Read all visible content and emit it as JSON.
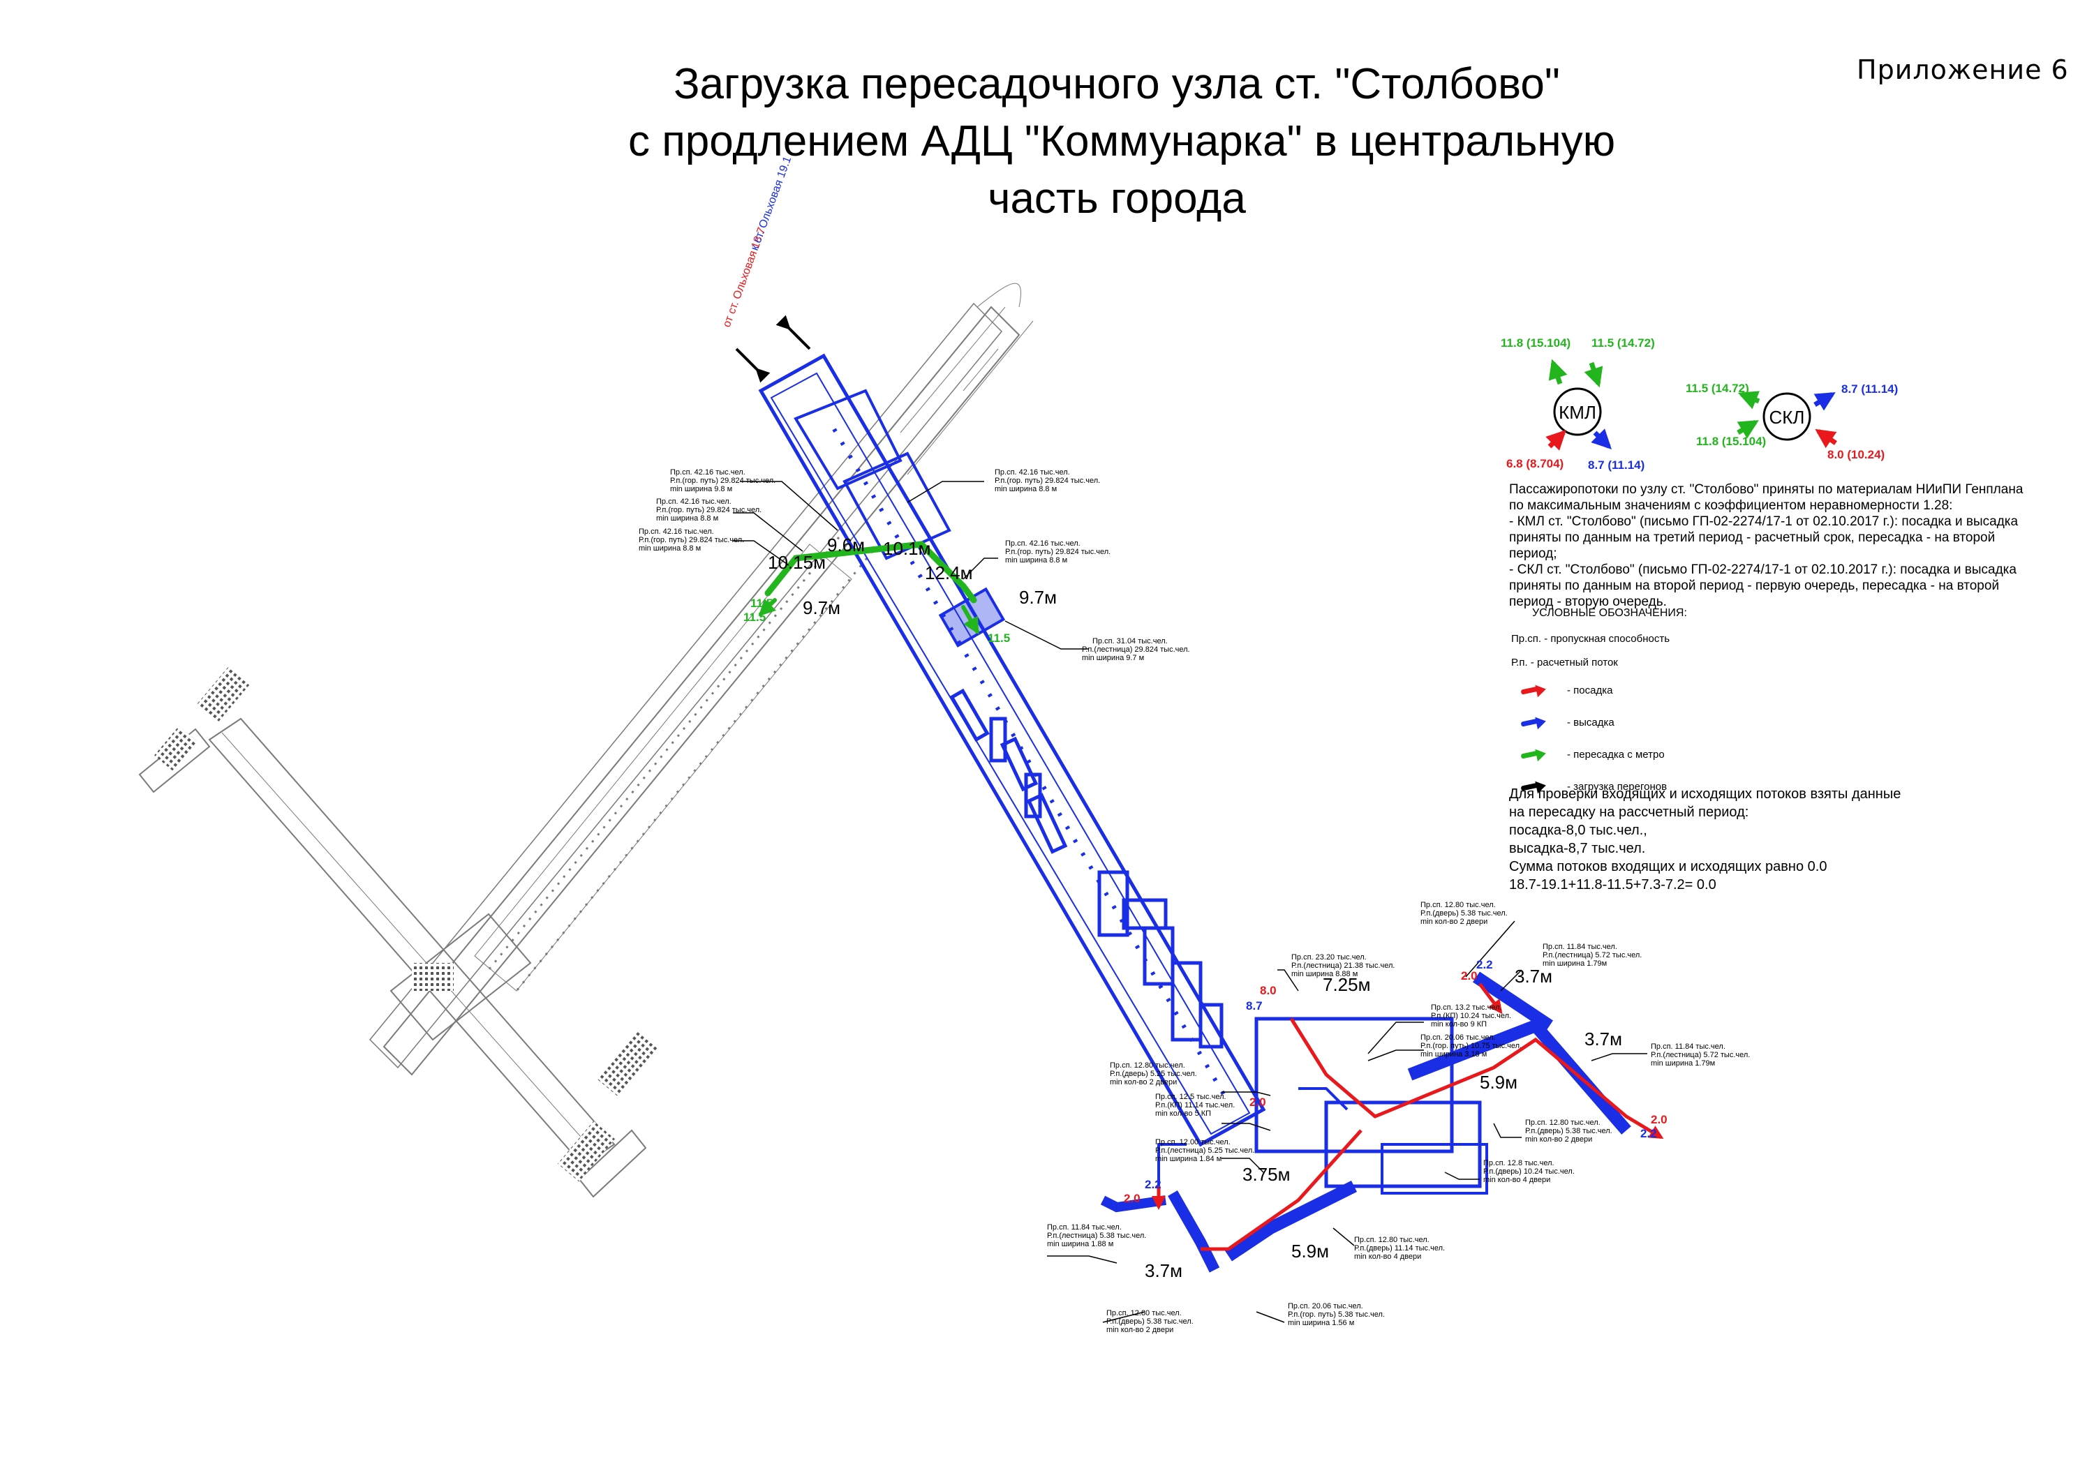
{
  "header": {
    "title_line1": "Загрузка пересадочного узла ст. \"Столбово\"",
    "title_line2": "с продлением АДЦ \"Коммунарка\" в центральную",
    "title_line3": "часть города",
    "appendix": "Приложение 6"
  },
  "direction_labels": {
    "to_station": "к ст. Ольховая  19.1",
    "from_station": "от ст. Ольховая  18.7"
  },
  "kml_node": {
    "label": "КМЛ",
    "up_left": "11.8 (15.104)",
    "up_right": "11.5 (14.72)",
    "down_left": "6.8 (8.704)",
    "down_right": "8.7 (11.14)"
  },
  "skl_node": {
    "label": "СКЛ",
    "left_top": "11.5 (14.72)",
    "left_bottom": "11.8 (15.104)",
    "right_top": "8.7 (11.14)",
    "right_bottom": "8.0 (10.24)"
  },
  "note": {
    "p1": "Пассажиропотоки по узлу ст. \"Столбово\" приняты по материалам НИиПИ Генплана по максимальным значениям с коэффициентом неравномерности 1.28:",
    "p2": "- КМЛ ст. \"Столбово\" (письмо ГП-02-2274/17-1 от 02.10.2017 г.): посадка и высадка приняты по данным на третий период - расчетный срок, пересадка - на второй период;",
    "p3": "- СКЛ ст. \"Столбово\" (письмо ГП-02-2274/17-1 от 02.10.2017 г.): посадка и высадка приняты по данным на второй период - первую очередь, пересадка - на второй период - вторую очередь."
  },
  "legend": {
    "header": "УСЛОВНЫЕ ОБОЗНАЧЕНИЯ:",
    "pr_sp": "Пр.сп. - пропускная способность",
    "r_p": "Р.п. - расчетный поток",
    "items": [
      {
        "label": "- посадка",
        "color": "#e8181c"
      },
      {
        "label": "- высадка",
        "color": "#1a2ee6"
      },
      {
        "label": "- пересадка с метро",
        "color": "#22b51e"
      },
      {
        "label": "- загрузка перегонов",
        "color": "#000000"
      }
    ]
  },
  "check": {
    "l1": "Для проверки входящих и исходящих потоков взяты данные",
    "l2": "на пересадку на рассчетный период:",
    "l3": "посадка-8,0 тыс.чел.,",
    "l4": "высадка-8,7 тыс.чел.",
    "l5": "Сумма потоков входящих и исходящих равно 0.0",
    "l6": "18.7-19.1+11.8-11.5+7.3-7.2= 0.0"
  },
  "widths": {
    "w1": "10.15м",
    "w2": "9.6м",
    "w3": "10.1м",
    "w4": "12.4м",
    "w5": "9.7м",
    "w6": "9.7м",
    "w7": "7.25м",
    "w8": "3.7м",
    "w9": "3.7м",
    "w10": "5.9м",
    "w11": "3.75м",
    "w12": "5.9м",
    "w13": "3.7м"
  },
  "flow_numbers": {
    "f1": "8.0",
    "f2": "8.7",
    "f3": "2.2",
    "f4": "2.0",
    "f5": "2.0",
    "f6": "2.2",
    "f7": "2.0",
    "f8": "2.2",
    "f9": "2.0",
    "f10": "11.5",
    "f11": "11.5",
    "f12": "11.5"
  },
  "callouts": [
    {
      "id": "c1",
      "lines": [
        "Пр.сп. 42.16 тыс.чел.",
        "Р.п.(гор. путь) 29.824 тыс.чел.",
        "min ширина 9.8 м"
      ]
    },
    {
      "id": "c2",
      "lines": [
        "Пр.сп. 42.16 тыс.чел.",
        "Р.п.(гор. путь) 29.824 тыс.чел.",
        "min ширина 8.8 м"
      ]
    },
    {
      "id": "c3",
      "lines": [
        "Пр.сп. 42.16 тыс.чел.",
        "Р.п.(гор. путь) 29.824 тыс.чел.",
        "min ширина 8.8 м"
      ]
    },
    {
      "id": "c4",
      "lines": [
        "Пр.сп. 42.16 тыс.чел.",
        "Р.п.(гор. путь) 29.824 тыс.чел.",
        "min ширина 8.8 м"
      ]
    },
    {
      "id": "c5",
      "lines": [
        "Пр.сп. 42.16 тыс.чел.",
        "Р.п.(гор. путь) 29.824 тыс.чел.",
        "min ширина 8.8 м"
      ]
    },
    {
      "id": "c6",
      "lines": [
        "Пр.сп. 31.04 тыс.чел.",
        "Р.п.(лестница) 29.824 тыс.чел.",
        "min ширина 9.7 м"
      ]
    },
    {
      "id": "c7",
      "lines": [
        "Пр.сп. 23.20 тыс.чел.",
        "Р.п.(лестница) 21.38 тыс.чел.",
        "min ширина 8.88 м"
      ]
    },
    {
      "id": "c8",
      "lines": [
        "Пр.сп. 12.80 тыс.чел.",
        "Р.п.(дверь) 5.38 тыс.чел.",
        "min кол-во 2 двери"
      ]
    },
    {
      "id": "c9",
      "lines": [
        "Пр.сп. 11.84 тыс.чел.",
        "Р.п.(лестница) 5.72 тыс.чел.",
        "min ширина 1.79м"
      ]
    },
    {
      "id": "c10",
      "lines": [
        "Пр.сп. 13.2 тыс.чел.",
        "Р.п.(КП) 10.24 тыс.чел.",
        "min кол-во 9 КП"
      ]
    },
    {
      "id": "c11",
      "lines": [
        "Пр.сп. 20.06 тыс.чел.",
        "Р.п.(гор. путь) 10.75 тыс.чел.",
        "min ширина 3.18 м"
      ]
    },
    {
      "id": "c12",
      "lines": [
        "Пр.сп. 11.84 тыс.чел.",
        "Р.п.(лестница) 5.72 тыс.чел.",
        "min ширина 1.79м"
      ]
    },
    {
      "id": "c13",
      "lines": [
        "Пр.сп. 12.80 тыс.чел.",
        "Р.п.(дверь) 5.25 тыс.чел.",
        "min кол-во 2 двери"
      ]
    },
    {
      "id": "c14",
      "lines": [
        "Пр.сп. 12.5 тыс.чел.",
        "Р.п.(КП) 11.14 тыс.чел.",
        "min кол-во 5 КП"
      ]
    },
    {
      "id": "c15",
      "lines": [
        "Пр.сп. 12.80 тыс.чел.",
        "Р.п.(дверь) 5.38 тыс.чел.",
        "min кол-во 2 двери"
      ]
    },
    {
      "id": "c16",
      "lines": [
        "Пр.сп. 12.00 тыс.чел.",
        "Р.п.(лестница) 5.25 тыс.чел.",
        "min ширина 1.84 м"
      ]
    },
    {
      "id": "c17",
      "lines": [
        "Пр.сп. 12.8 тыс.чел.",
        "Р.п.(дверь) 10.24 тыс.чел.",
        "min кол-во 4 двери"
      ]
    },
    {
      "id": "c18",
      "lines": [
        "Пр.сп. 11.84 тыс.чел.",
        "Р.п.(лестница) 5.38 тыс.чел.",
        "min ширина 1.88 м"
      ]
    },
    {
      "id": "c19",
      "lines": [
        "Пр.сп. 12.80 тыс.чел.",
        "Р.п.(дверь) 11.14 тыс.чел.",
        "min кол-во 4 двери"
      ]
    },
    {
      "id": "c20",
      "lines": [
        "Пр.сп. 12.80 тыс.чел.",
        "Р.п.(дверь) 5.38 тыс.чел.",
        "min кол-во 2 двери"
      ]
    },
    {
      "id": "c21",
      "lines": [
        "Пр.сп. 20.06 тыс.чел.",
        "Р.п.(гор. путь) 5.38 тыс.чел.",
        "min ширина 1.56 м"
      ]
    }
  ],
  "colors": {
    "boarding": "#e8181c",
    "alighting": "#1a2ee6",
    "transfer": "#22b51e",
    "tunnel_load": "#000000",
    "plan_gray": "#7a7a7a"
  }
}
